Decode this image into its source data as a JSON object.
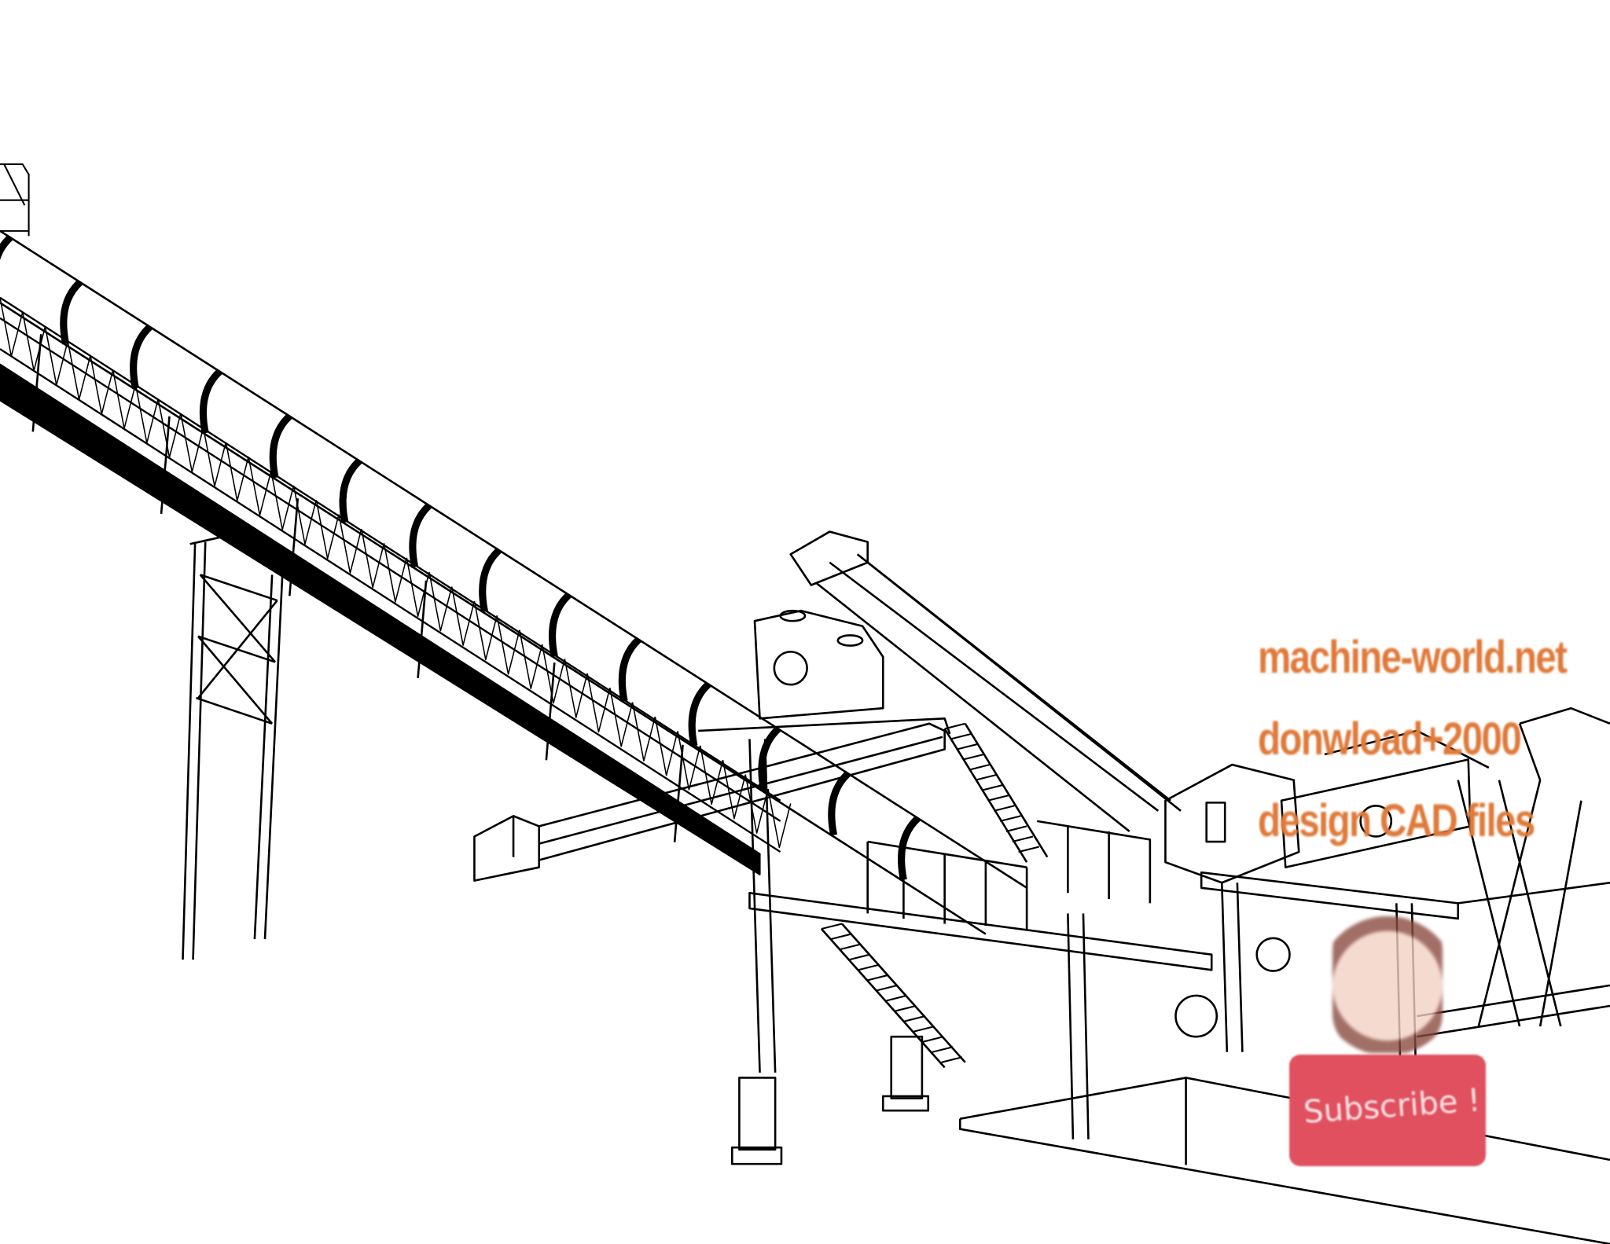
{
  "drawing": {
    "subject": "conveyor-crushing-plant",
    "line_color": "#000000",
    "background": "#ffffff"
  },
  "watermarks": {
    "site": "machine-world.net",
    "download": "donwload+2000",
    "design": "design CAD files",
    "color": "#e07a3a"
  },
  "subscribe_badge": {
    "label": "Subscribe !",
    "color": "#e0505e"
  }
}
